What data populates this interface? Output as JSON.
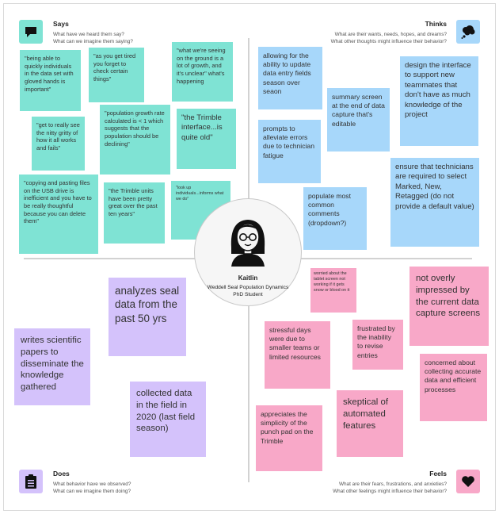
{
  "quadrants": {
    "says": {
      "title": "Says",
      "q1": "What have we heard them say?",
      "q2": "What can we imagine them saying?"
    },
    "thinks": {
      "title": "Thinks",
      "q1": "What are their wants, needs, hopes, and dreams?",
      "q2": "What other thoughts might influence their behavior?"
    },
    "does": {
      "title": "Does",
      "q1": "What behavior have we observed?",
      "q2": "What can we imagine them doing?"
    },
    "feels": {
      "title": "Feels",
      "q1": "What are their fears, frustrations, and anxieties?",
      "q2": "What other feelings might influence their behavior?"
    }
  },
  "persona": {
    "name": "Kaitlin",
    "role": "Weddell Seal Population Dynamics PhD Student"
  },
  "says_notes": [
    "\"being able to quickly individuals in the data set with gloved hands is important\"",
    "\"as you get tired you forget to check certain things\"",
    "\"what we're seeing on the ground is a lot of growth, and it's unclear\" what's happening",
    "\"get to really see the nitty gritty of how it all works and fails\"",
    "\"population growth rate calculated is < 1 which suggests that the population should be declining\"",
    "\"the Trimble interface...is quite old\"",
    "\"copying and pasting files on the USB drive is inefficient and you have to be really thoughtful because you can delete them\"",
    "\"the Trimble units have been pretty great over the past ten years\"",
    "\"look up individuals...informs what we do\""
  ],
  "thinks_notes": [
    "allowing for the ability to update data entry fields season over seaon",
    "summary screen at the end of data capture that's editable",
    "design the interface to support new teammates that don't have as much knowledge of the project",
    "prompts to alleviate errors due to technician fatigue",
    "ensure that technicians are required to select Marked, New, Retagged (do not provide a default value)",
    "populate most common comments (dropdown?)"
  ],
  "does_notes": [
    "analyzes seal data from the past 50 yrs",
    "writes scientific papers to disseminate the knowledge gathered",
    "collected data in the field in 2020 (last field season)"
  ],
  "feels_notes": [
    "worried about the tablet screen not working if it gets snow or blood on it",
    "not overly impressed by the current  data capture screens",
    "stressful days were due to smaller teams or limited resources",
    "frustrated by the inability to revise entries",
    "concerned about collecting accurate data and efficient processes",
    "skeptical of automated features",
    "appreciates  the simplicity of the punch pad on the Trimble"
  ]
}
